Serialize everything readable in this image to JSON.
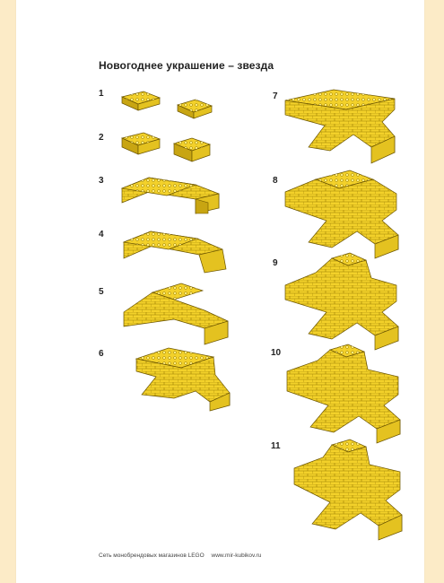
{
  "title": "Новогоднее украшение – звезда",
  "colors": {
    "brick": "#f3d12a",
    "brick_shadow": "#c8a512",
    "brick_outline": "#6a5400",
    "brick_stud": "#fff08a",
    "background": "#fcebc7",
    "page": "#ffffff"
  },
  "steps": [
    {
      "number": "1"
    },
    {
      "number": "2"
    },
    {
      "number": "3"
    },
    {
      "number": "4"
    },
    {
      "number": "5"
    },
    {
      "number": "6"
    },
    {
      "number": "7"
    },
    {
      "number": "8"
    },
    {
      "number": "9"
    },
    {
      "number": "10"
    },
    {
      "number": "11"
    }
  ],
  "footer": {
    "left": "Сеть монобрендовых магазинов LEGO",
    "right": "www.mir-kubikov.ru"
  }
}
